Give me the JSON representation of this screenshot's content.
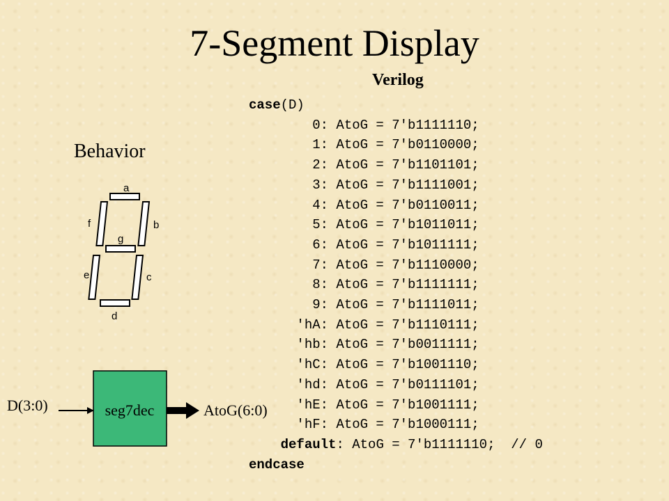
{
  "title": "7-Segment Display",
  "verilog_heading": "Verilog",
  "behavior_heading": "Behavior",
  "segments": [
    "a",
    "b",
    "c",
    "d",
    "e",
    "f",
    "g"
  ],
  "block": {
    "name": "seg7dec",
    "input_label": "D(3:0)",
    "output_label": "AtoG(6:0)",
    "fill_color": "#3cb878"
  },
  "code": {
    "case_kw": "case",
    "case_arg": "(D)",
    "lines": [
      "        0: AtoG = 7'b1111110;",
      "        1: AtoG = 7'b0110000;",
      "        2: AtoG = 7'b1101101;",
      "        3: AtoG = 7'b1111001;",
      "        4: AtoG = 7'b0110011;",
      "        5: AtoG = 7'b1011011;",
      "        6: AtoG = 7'b1011111;",
      "        7: AtoG = 7'b1110000;",
      "        8: AtoG = 7'b1111111;",
      "        9: AtoG = 7'b1111011;",
      "      'hA: AtoG = 7'b1110111;",
      "      'hb: AtoG = 7'b0011111;",
      "      'hC: AtoG = 7'b1001110;",
      "      'hd: AtoG = 7'b0111101;",
      "      'hE: AtoG = 7'b1001111;",
      "      'hF: AtoG = 7'b1000111;"
    ],
    "default_indent": "    ",
    "default_kw": "default",
    "default_rest": ": AtoG = 7'b1111110;  // 0",
    "endcase_kw": "endcase"
  }
}
